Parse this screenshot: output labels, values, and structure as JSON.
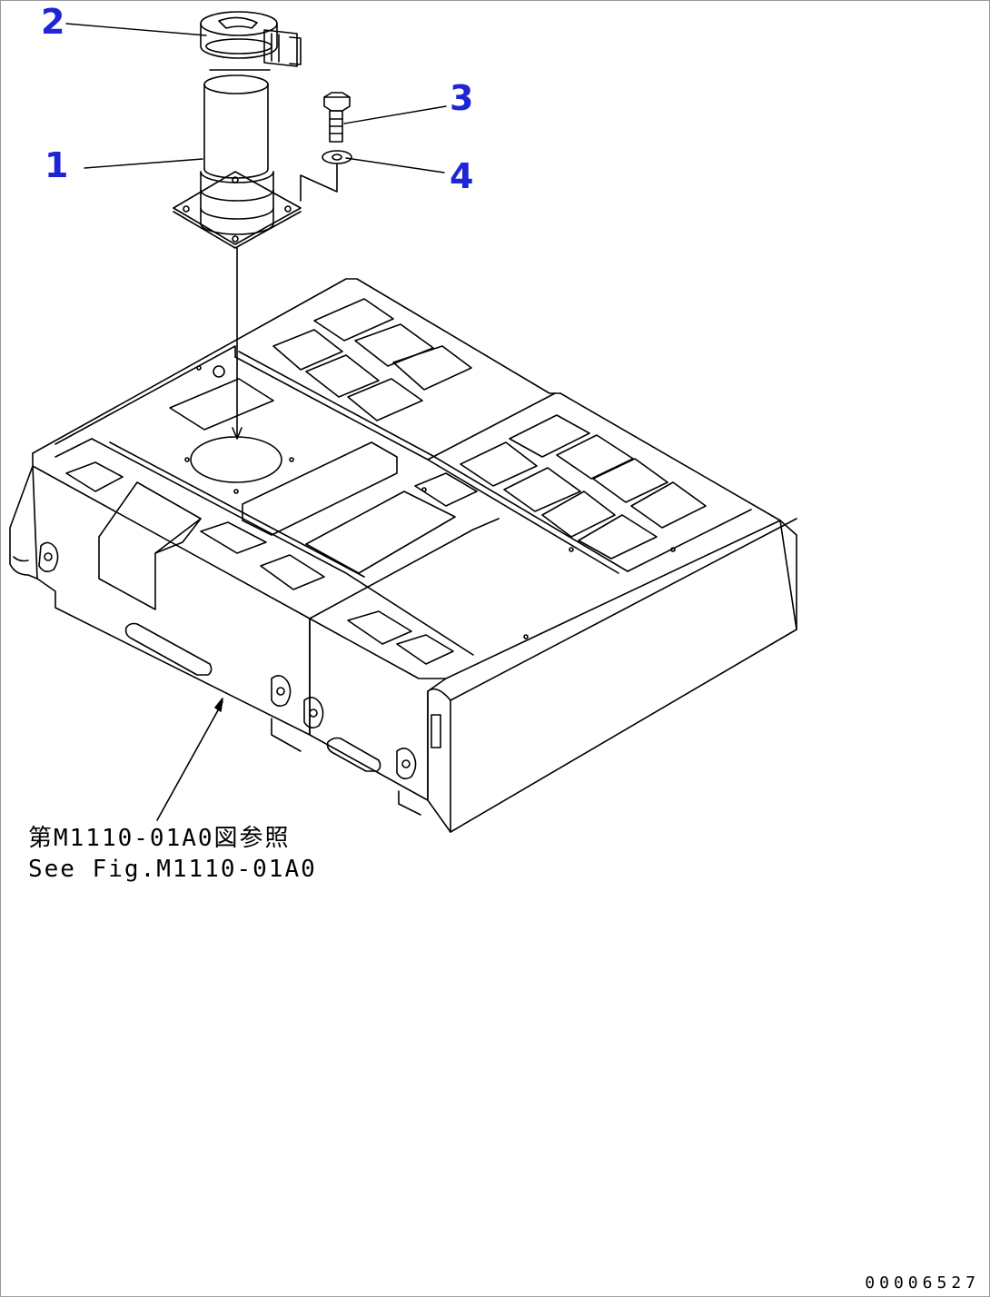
{
  "callouts": {
    "c1": {
      "label": "1"
    },
    "c2": {
      "label": "2"
    },
    "c3": {
      "label": "3"
    },
    "c4": {
      "label": "4"
    }
  },
  "reference": {
    "line_jp": "第M1110-01A0図参照",
    "line_en": "See Fig.M1110-01A0"
  },
  "drawing_number": "00006527",
  "colors": {
    "callout": "#1f24d6",
    "line": "#000000",
    "background": "#ffffff"
  }
}
